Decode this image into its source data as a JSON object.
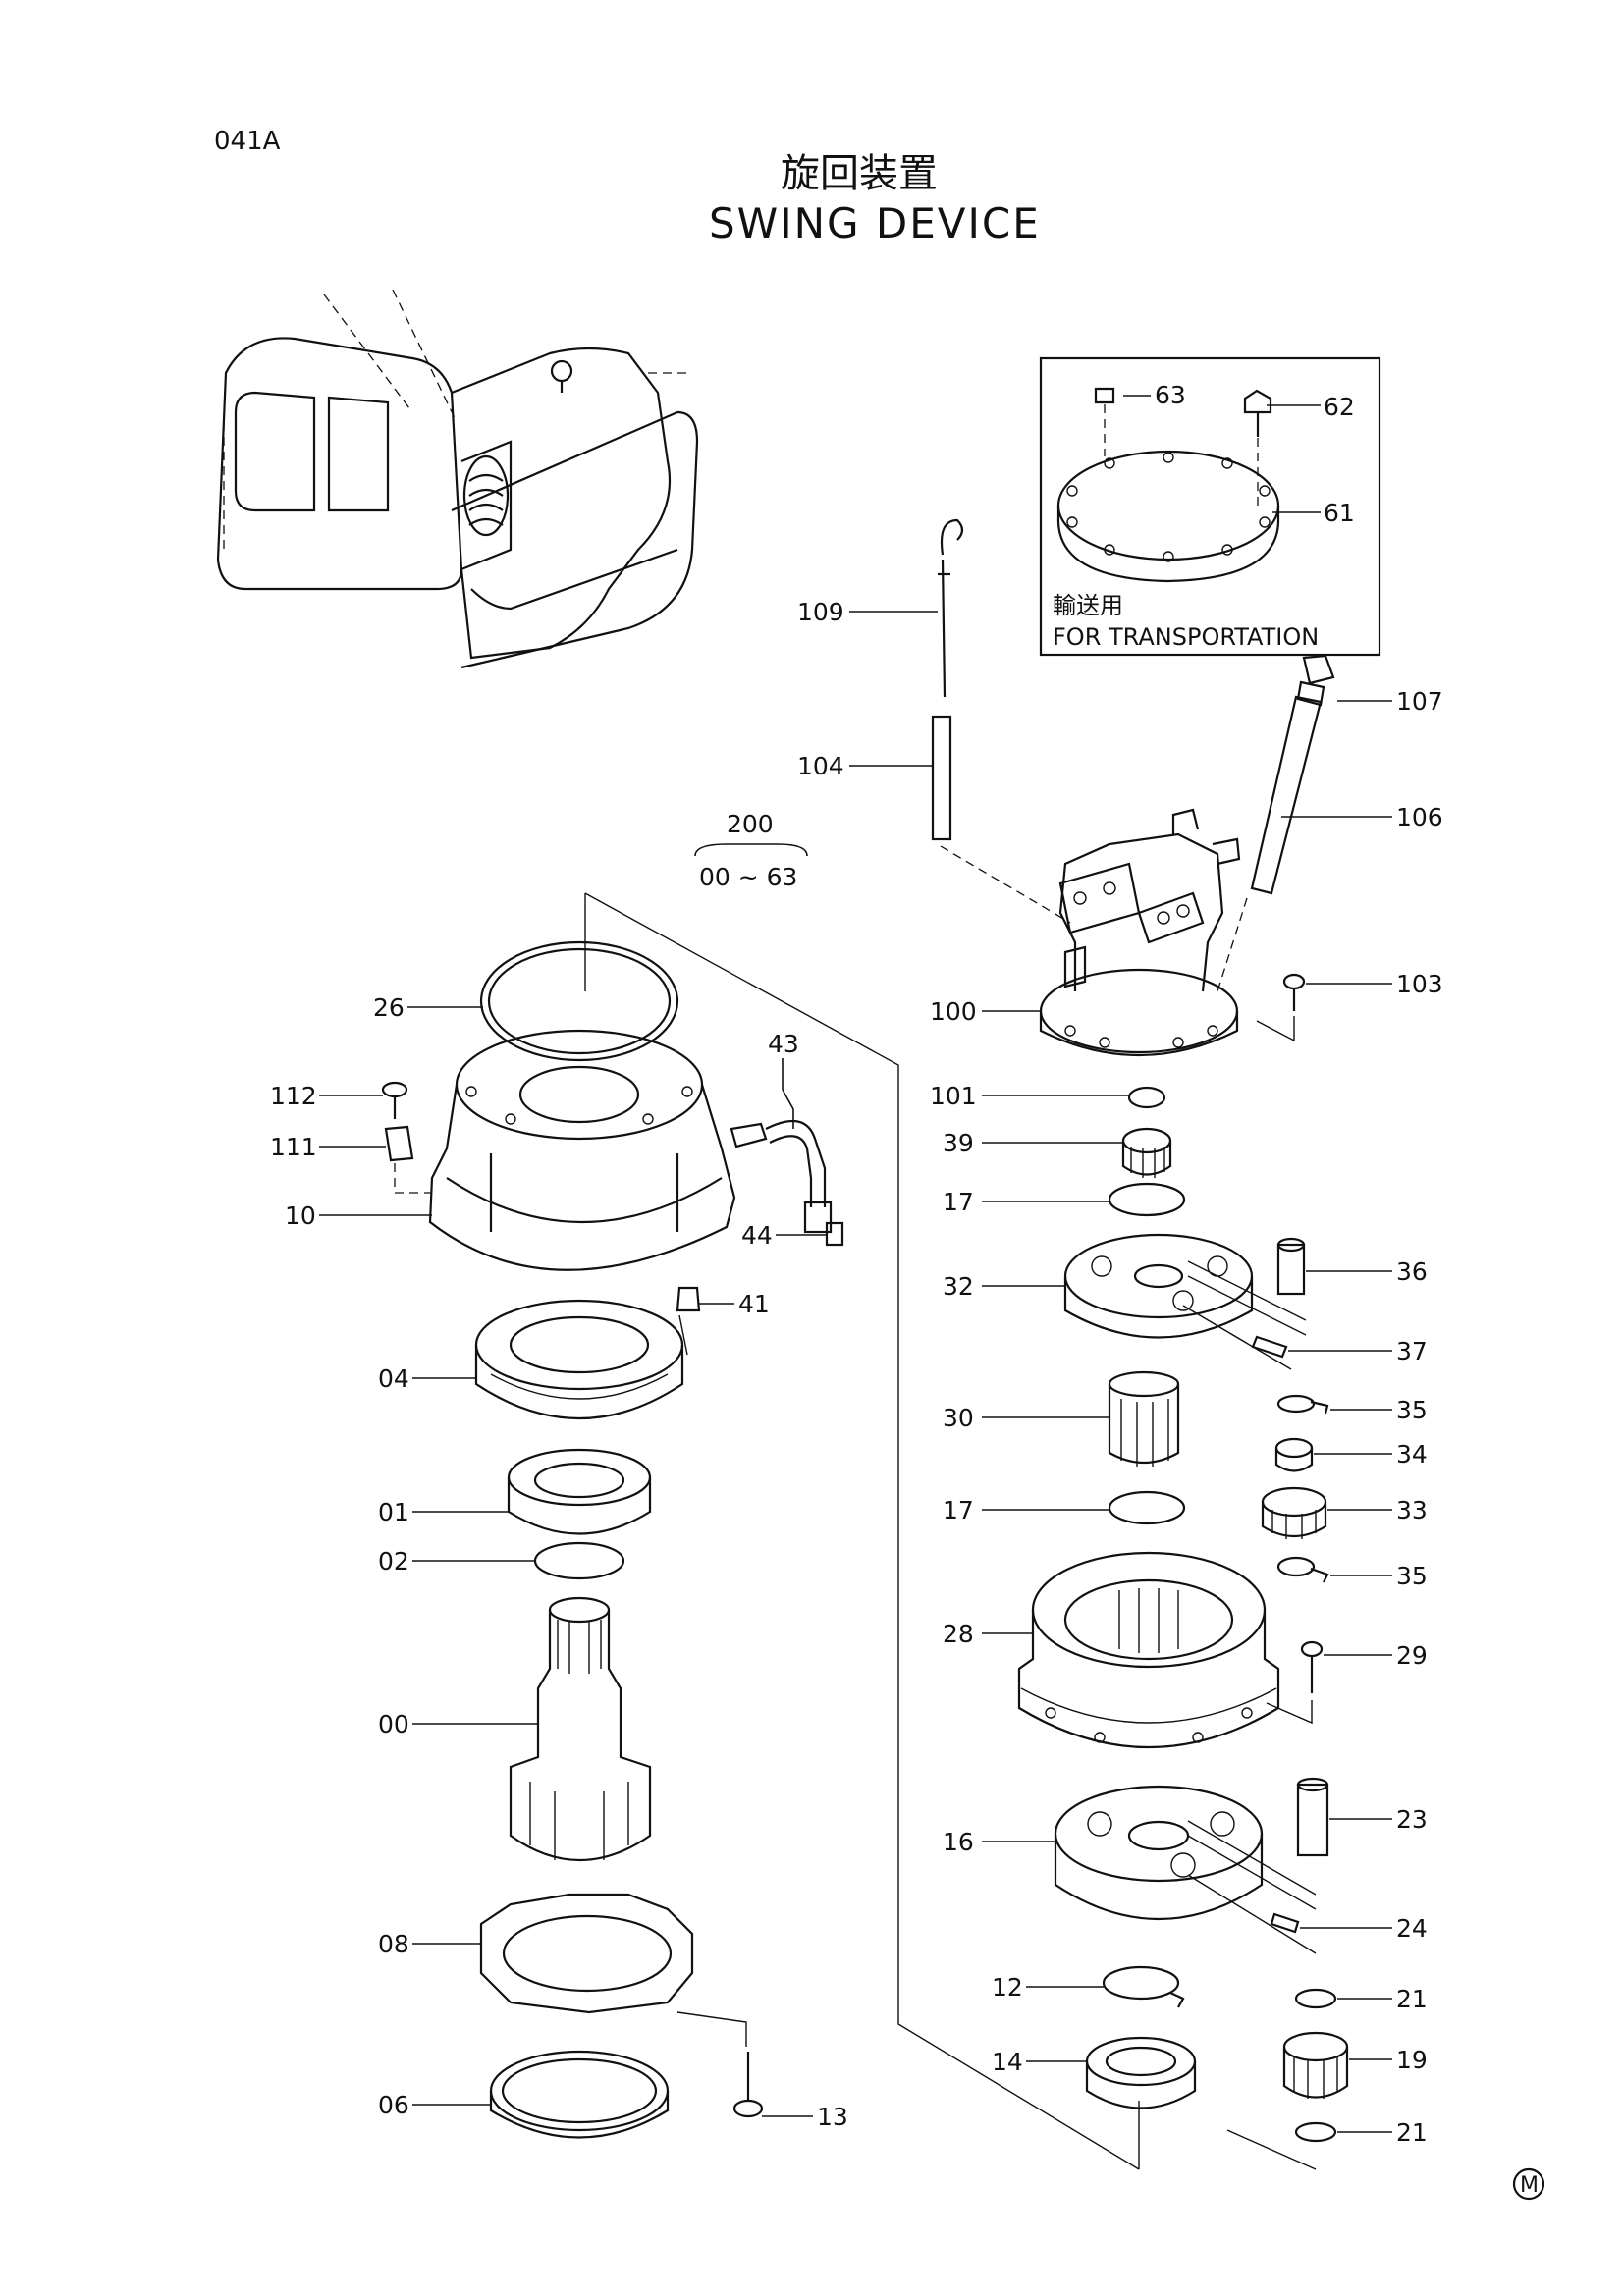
{
  "page_code": "041A",
  "title_jp": "旋回装置",
  "title_en": "SWING DEVICE",
  "assembly": {
    "number": "200",
    "range": "00 ~ 63"
  },
  "transport_box": {
    "label_jp": "輸送用",
    "label_en": "FOR TRANSPORTATION"
  },
  "part_labels": [
    "63",
    "62",
    "61",
    "109",
    "107",
    "104",
    "106",
    "103",
    "100",
    "101",
    "39",
    "17",
    "32",
    "36",
    "37",
    "35",
    "34",
    "30",
    "33",
    "28",
    "29",
    "16",
    "23",
    "24",
    "12",
    "21",
    "19",
    "14",
    "26",
    "43",
    "112",
    "111",
    "10",
    "44",
    "41",
    "04",
    "01",
    "02",
    "00",
    "08",
    "06",
    "13"
  ],
  "maker_mark": "M"
}
